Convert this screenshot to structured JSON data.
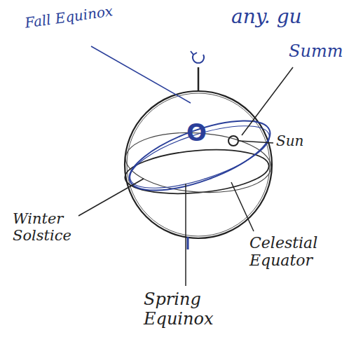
{
  "diagram": {
    "labels": [
      "any. gu",
      "Fall Equinox",
      "Summ",
      "O",
      "Sun",
      "Winter Solstice",
      "Celestial Equator",
      "Spring Equinox"
    ]
  }
}
